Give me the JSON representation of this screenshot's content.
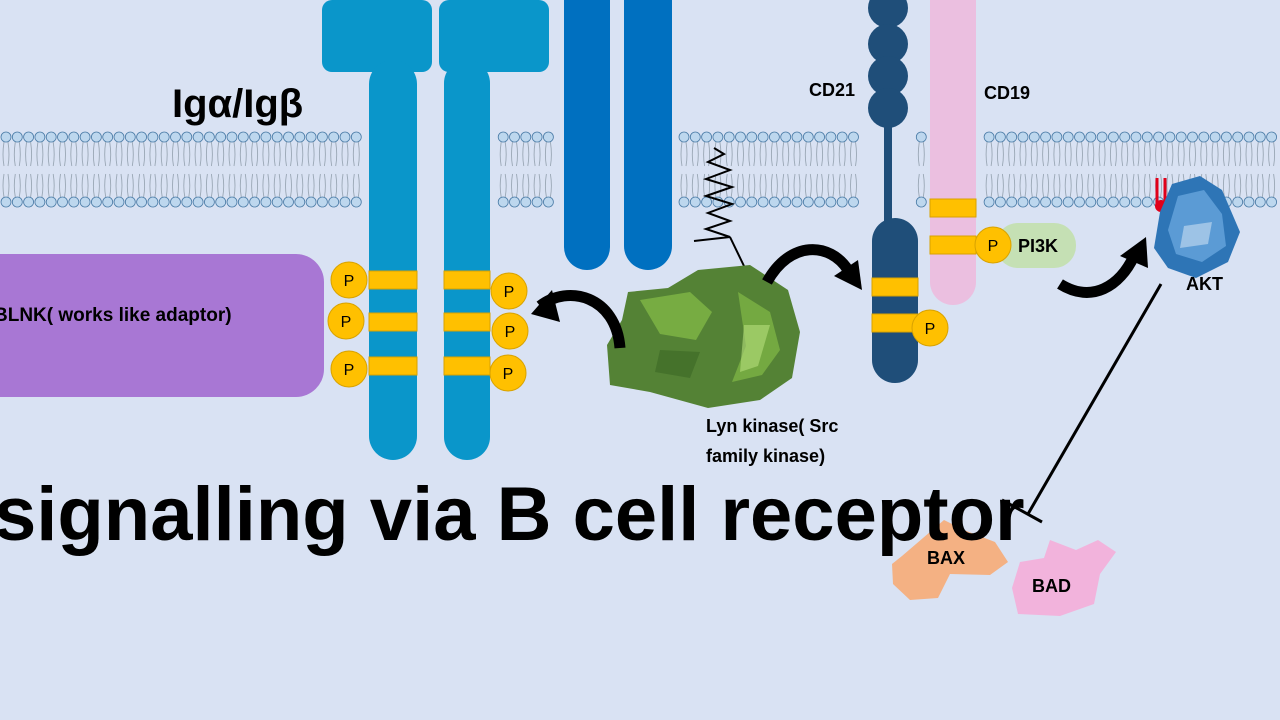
{
  "title": "signalling via B cell receptor",
  "labels": {
    "ig": "Igα/Igβ",
    "cd21": "CD21",
    "cd19": "CD19",
    "blnk": "BLNK( works like adaptor)",
    "lyn_line1": "Lyn kinase( Src",
    "lyn_line2": "family kinase)",
    "pi3k": "PI3K",
    "akt": "AKT",
    "bax": "BAX",
    "bad": "BAD",
    "phospho": "P"
  },
  "colors": {
    "background": "#d9e2f3",
    "receptor_light": "#0a96ca",
    "receptor_dark": "#0070c0",
    "cd21": "#1f4e79",
    "cd19": "#ebbfe0",
    "itam": "#ffc000",
    "blnk": "#a877d4",
    "lyn": "#4e8a35",
    "akt": "#2e75b6",
    "pi3k": "#c5e0b4",
    "bax": "#f4b183",
    "bad": "#f2b3dc",
    "lipid_head": "#9dc3e6"
  }
}
